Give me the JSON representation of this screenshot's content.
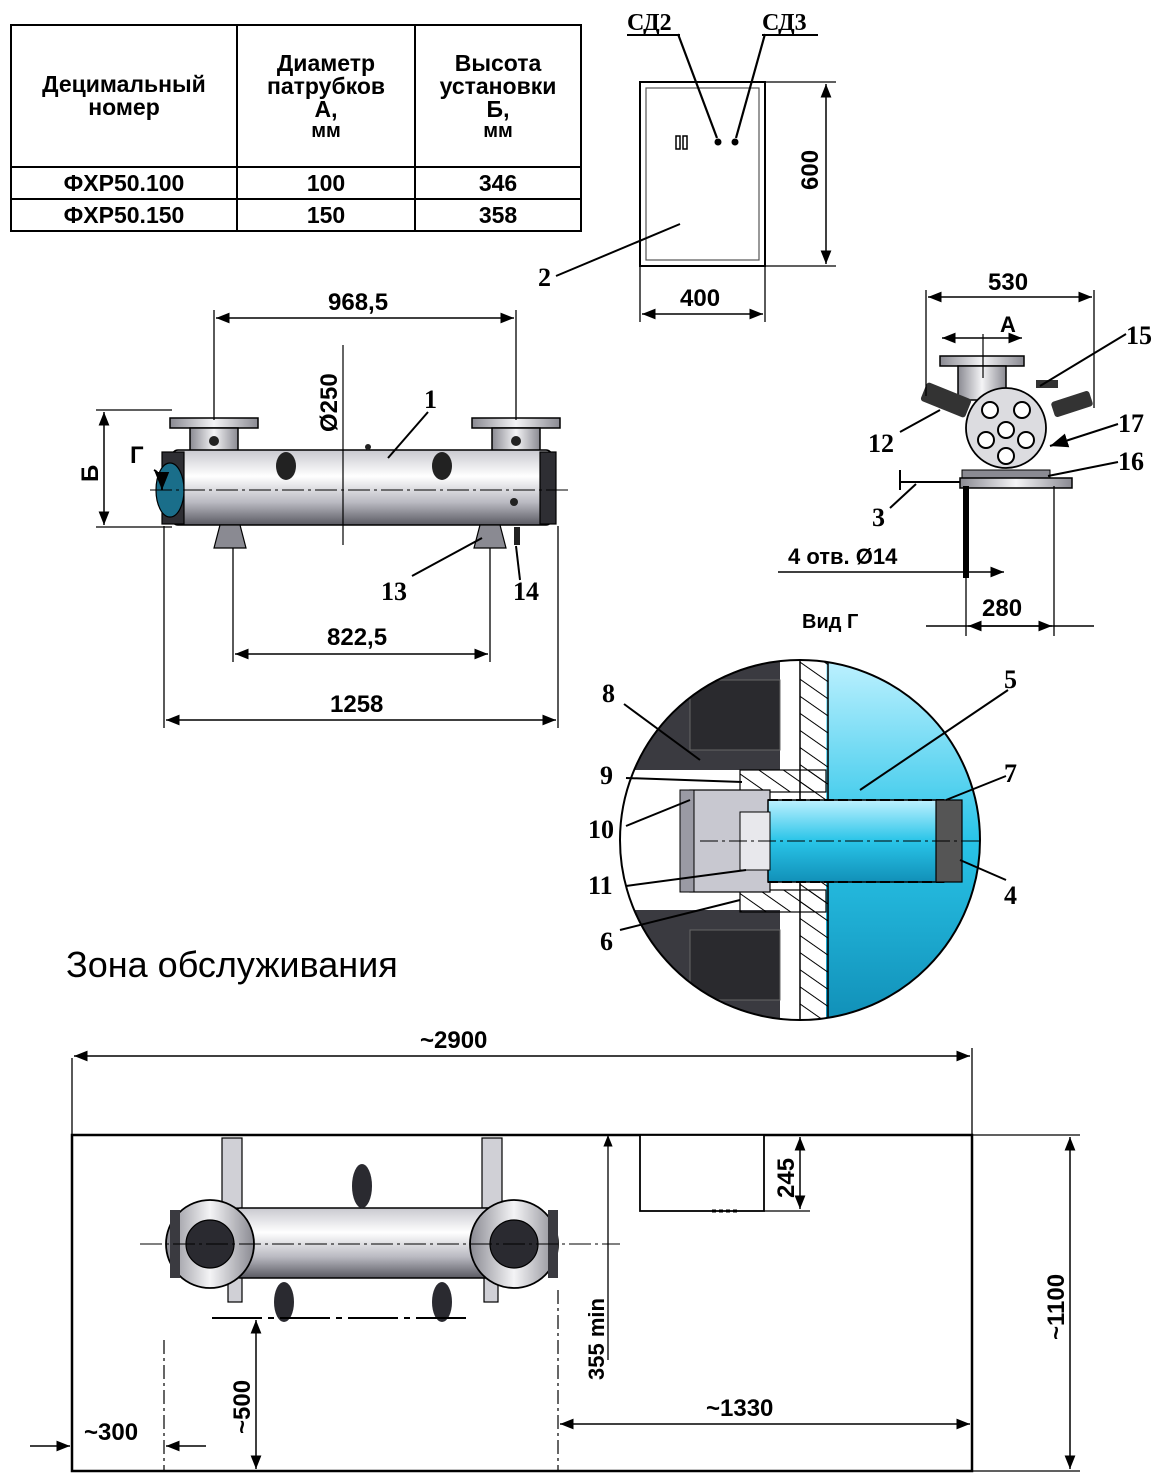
{
  "table": {
    "headers": [
      [
        "Децимальный",
        "номер"
      ],
      [
        "Диаметр",
        "патрубков",
        "А,",
        "мм"
      ],
      [
        "Высота",
        "установки",
        "Б,",
        "мм"
      ]
    ],
    "rows": [
      [
        "ФХР50.100",
        "100",
        "346"
      ],
      [
        "ФХР50.150",
        "150",
        "358"
      ]
    ]
  },
  "cabinet": {
    "sensor_labels": [
      "СД2",
      "СД3"
    ],
    "height": "600",
    "width": "400"
  },
  "side_view": {
    "span_top": "968,5",
    "diameter": "Ø250",
    "height_label": "Б",
    "view_label": "Г",
    "span_bottom": "822,5",
    "overall_length": "1258"
  },
  "end_view": {
    "width": "530",
    "pipe_label": "А",
    "holes": "4 отв. Ø14",
    "base_width": "280",
    "view_caption": "Вид Г"
  },
  "callouts": [
    "1",
    "2",
    "3",
    "4",
    "5",
    "6",
    "7",
    "8",
    "9",
    "10",
    "11",
    "12",
    "13",
    "14",
    "15",
    "16",
    "17"
  ],
  "service_zone": {
    "title": "Зона обслуживания",
    "length": "~2900",
    "width": "~1100",
    "cabinet_depth": "245",
    "min_clearance": "355 min",
    "front_clearance": "~500",
    "left_clearance": "~300",
    "right_clearance": "~1330"
  },
  "colors": {
    "line": "#000000",
    "steel_light": "#e6e6ea",
    "steel_mid": "#a8a8b0",
    "steel_dark": "#3a3a40",
    "uv_lamp": "#29c4e8"
  }
}
